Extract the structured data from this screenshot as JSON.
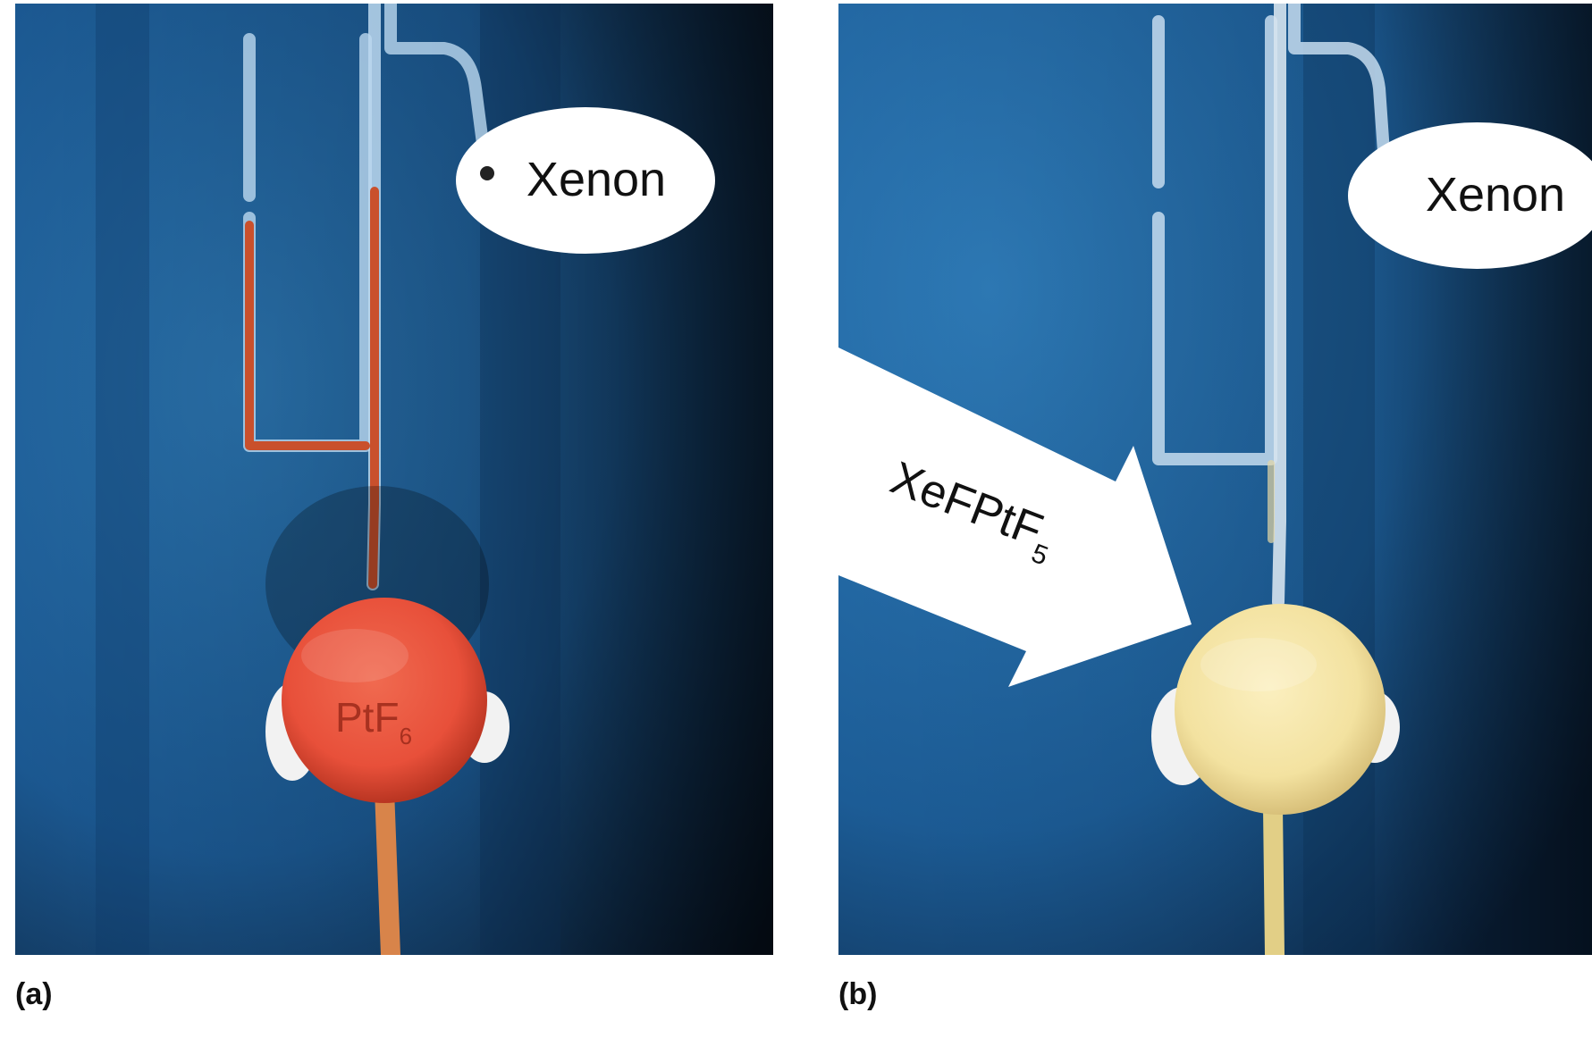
{
  "panels": [
    {
      "caption": "(a)",
      "bubble_label": "Xenon",
      "bulb_text": "PtF",
      "bulb_subscript": "6",
      "bulb_color": "#e8503a",
      "tube_fill_color": "#c9502c"
    },
    {
      "caption": "(b)",
      "bubble_label": "Xenon",
      "arrow_label": "XeFPtF",
      "arrow_subscript": "5",
      "bulb_color": "#f3e2a0",
      "tube_fill_color": "#e6d7a5"
    }
  ],
  "colors": {
    "background_blue": "#1f5f98",
    "background_dark": "#0b1c33",
    "glass": "#b9d6ee",
    "label_white": "#ffffff"
  }
}
